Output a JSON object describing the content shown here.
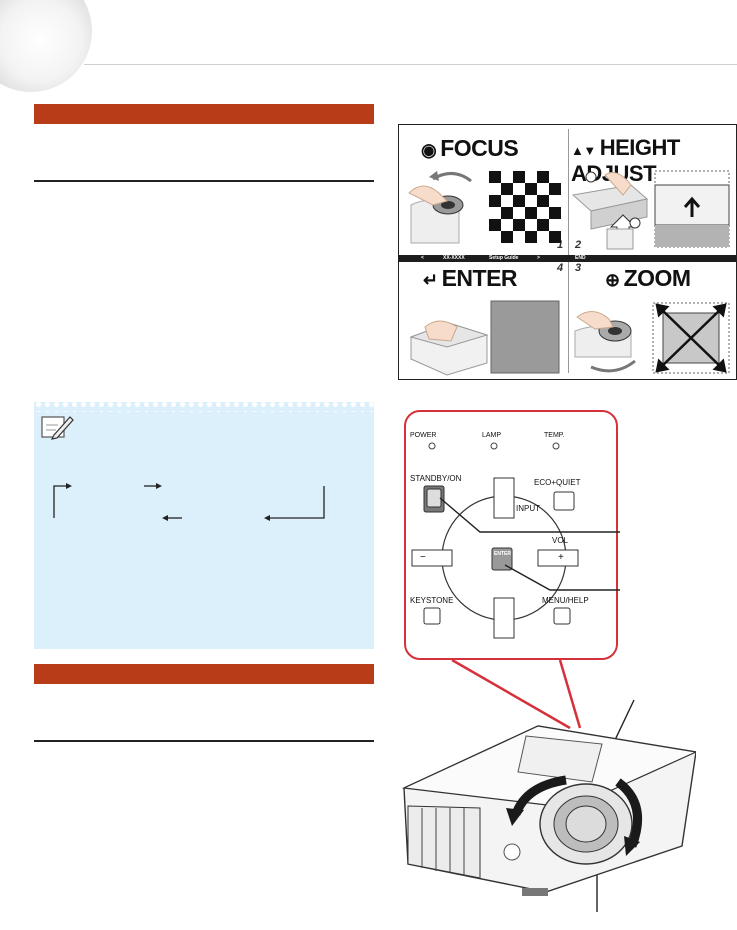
{
  "guide_card": {
    "focus_label": "FOCUS",
    "height_adjust_label": "HEIGHT ADJUST",
    "enter_label": "ENTER",
    "zoom_label": "ZOOM",
    "strip_left_arrow": "<",
    "strip_model": "XX-XXXX",
    "strip_title": "Setup Guide",
    "strip_right_arrow": ">",
    "strip_end": "END",
    "num_1": "1",
    "num_2": "2",
    "num_3": "3",
    "num_4": "4"
  },
  "remote": {
    "power_label": "POWER",
    "lamp_label": "LAMP",
    "temp_label": "TEMP.",
    "standby_label": "STANDBY/ON",
    "eco_quiet_label": "ECO+QUIET",
    "input_label": "INPUT",
    "vol_label": "VOL",
    "enter_label": "ENTER",
    "keystone_label": "KEYSTONE",
    "menu_help_label": "MENU/HELP",
    "minus_label": "−",
    "plus_label": "+"
  },
  "colors": {
    "section_bar": "#b73c17",
    "note_bg": "#dcf0fb",
    "remote_border": "#d6313a"
  }
}
